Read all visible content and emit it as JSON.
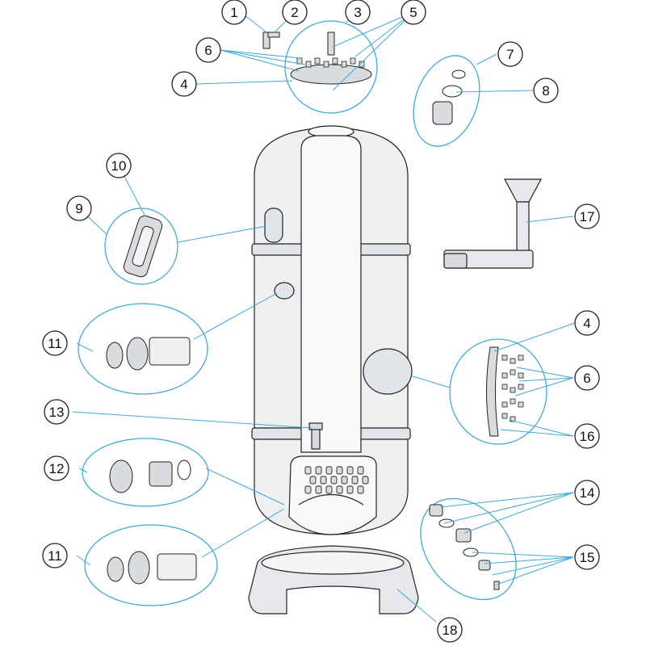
{
  "colors": {
    "leader": "#3fa9d6",
    "outline": "#222222",
    "body_fill": "#eef0f2",
    "part_fill": "#d9dcdf"
  },
  "callouts": [
    {
      "id": "c1",
      "label": "1"
    },
    {
      "id": "c2",
      "label": "2"
    },
    {
      "id": "c3",
      "label": "3"
    },
    {
      "id": "c5",
      "label": "5"
    },
    {
      "id": "c6a",
      "label": "6"
    },
    {
      "id": "c4a",
      "label": "4"
    },
    {
      "id": "c7",
      "label": "7"
    },
    {
      "id": "c8",
      "label": "8"
    },
    {
      "id": "c10",
      "label": "10"
    },
    {
      "id": "c9",
      "label": "9"
    },
    {
      "id": "c17",
      "label": "17"
    },
    {
      "id": "c4b",
      "label": "4"
    },
    {
      "id": "c11a",
      "label": "11"
    },
    {
      "id": "c6b",
      "label": "6"
    },
    {
      "id": "c13",
      "label": "13"
    },
    {
      "id": "c16",
      "label": "16"
    },
    {
      "id": "c12",
      "label": "12"
    },
    {
      "id": "c14",
      "label": "14"
    },
    {
      "id": "c11b",
      "label": "11"
    },
    {
      "id": "c15",
      "label": "15"
    },
    {
      "id": "c18",
      "label": "18"
    }
  ]
}
